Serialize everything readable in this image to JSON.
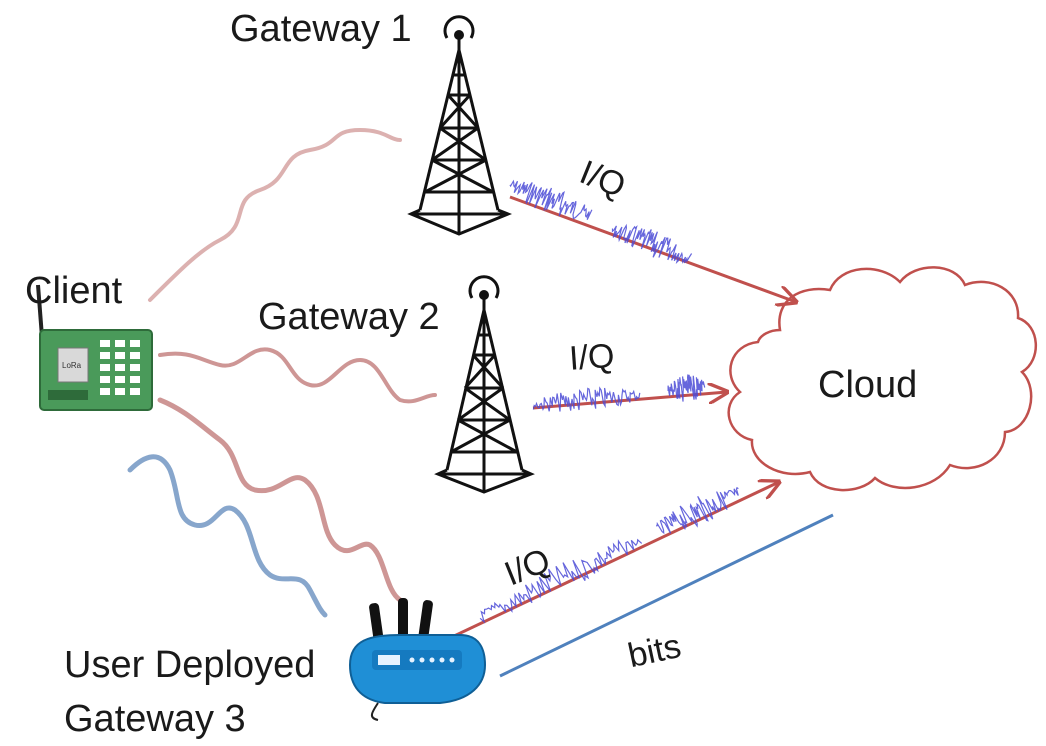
{
  "labels": {
    "gateway1": "Gateway 1",
    "gateway2": "Gateway 2",
    "gateway3_line1": "User Deployed",
    "gateway3_line2": "Gateway 3",
    "client": "Client",
    "cloud": "Cloud",
    "iq": "I/Q",
    "bits": "bits"
  },
  "device_labels": {
    "client_board_chip": "LoRa"
  },
  "colors": {
    "red_link": "#c0504d",
    "red_wave": "#c98b8a",
    "blue_wave": "#7a9cc6",
    "blue_link": "#4f81bd",
    "iq_noise": "#4b4bd6",
    "tower": "#111111",
    "cloud_stroke": "#c0504d",
    "board_green": "#4a9a5a",
    "router_blue": "#1f8fd6"
  }
}
